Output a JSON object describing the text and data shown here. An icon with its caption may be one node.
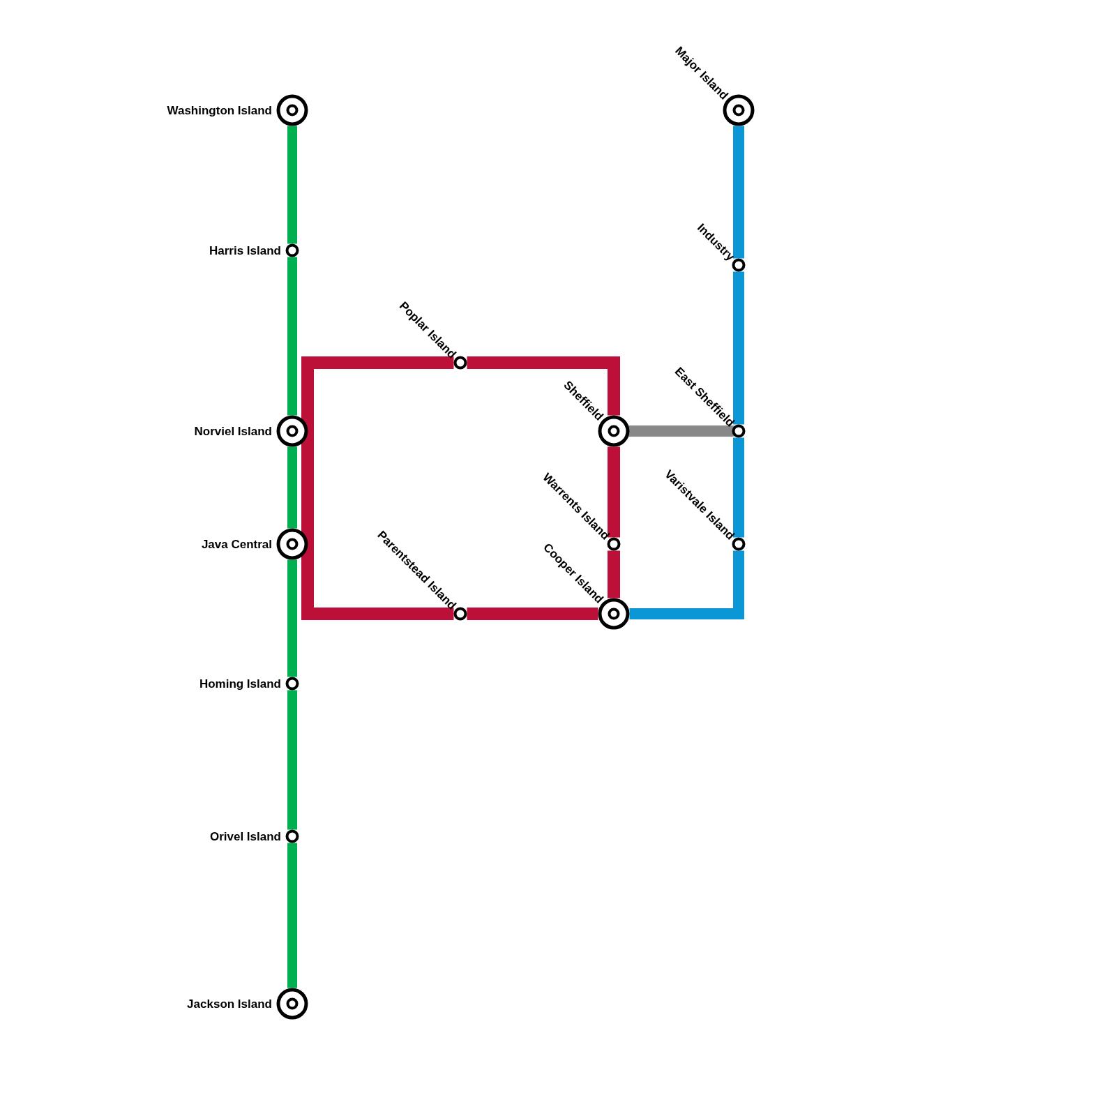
{
  "diagram": {
    "nodes": [
      {
        "text": [
          "Washington Island"
        ]
      },
      {
        "text": [
          "Major Island"
        ]
      },
      {
        "text": [
          "Harris Island"
        ]
      },
      {
        "text": [
          "Industry"
        ]
      },
      {
        "text": [
          "Poplar Island"
        ]
      },
      {
        "text": [
          "Norviel Island"
        ]
      },
      {
        "text": [
          "Sheffield"
        ]
      },
      {
        "text": [
          "East Sheffield"
        ]
      },
      {
        "text": [
          "Java Central"
        ]
      },
      {
        "text": [
          "Warrents Island"
        ]
      },
      {
        "text": [
          "Varistvale Island"
        ]
      },
      {
        "text": [
          "Parentstead Island"
        ]
      },
      {
        "text": [
          "Cooper Island"
        ]
      },
      {
        "text": [
          "Homing Island"
        ]
      },
      {
        "text": [
          "Orivel Island"
        ]
      },
      {
        "text": [
          "Jackson Island"
        ]
      }
    ],
    "edges": [
      {
        "from": 0,
        "to": 2,
        "arrow": "none",
        "color": "#00b050"
      },
      {
        "from": 2,
        "to": 5,
        "arrow": "none",
        "color": "#00b050"
      },
      {
        "from": 5,
        "to": 8,
        "arrow": "none",
        "color": "#00b050"
      },
      {
        "from": 8,
        "to": 13,
        "arrow": "none",
        "color": "#00b050"
      },
      {
        "from": 13,
        "to": 14,
        "arrow": "none",
        "color": "#00b050"
      },
      {
        "from": 14,
        "to": 15,
        "arrow": "none",
        "color": "#00b050"
      },
      {
        "from": 5,
        "to": 4,
        "arrow": "none",
        "color": "#bd1038"
      },
      {
        "from": 4,
        "to": 6,
        "arrow": "none",
        "color": "#bd1038"
      },
      {
        "from": 6,
        "to": 9,
        "arrow": "none",
        "color": "#bd1038"
      },
      {
        "from": 9,
        "to": 12,
        "arrow": "none",
        "color": "#bd1038"
      },
      {
        "from": 12,
        "to": 11,
        "arrow": "none",
        "color": "#bd1038"
      },
      {
        "from": 11,
        "to": 8,
        "arrow": "none",
        "color": "#bd1038"
      },
      {
        "from": 8,
        "to": 5,
        "arrow": "none",
        "color": "#bd1038"
      },
      {
        "from": 1,
        "to": 3,
        "arrow": "none",
        "color": "#0b96d6"
      },
      {
        "from": 3,
        "to": 7,
        "arrow": "none",
        "color": "#0b96d6"
      },
      {
        "from": 7,
        "to": 10,
        "arrow": "none",
        "color": "#0b96d6"
      },
      {
        "from": 10,
        "to": 12,
        "arrow": "none",
        "color": "#0b96d6"
      },
      {
        "from": 6,
        "to": 7,
        "arrow": "none",
        "color": "#888888"
      }
    ]
  }
}
